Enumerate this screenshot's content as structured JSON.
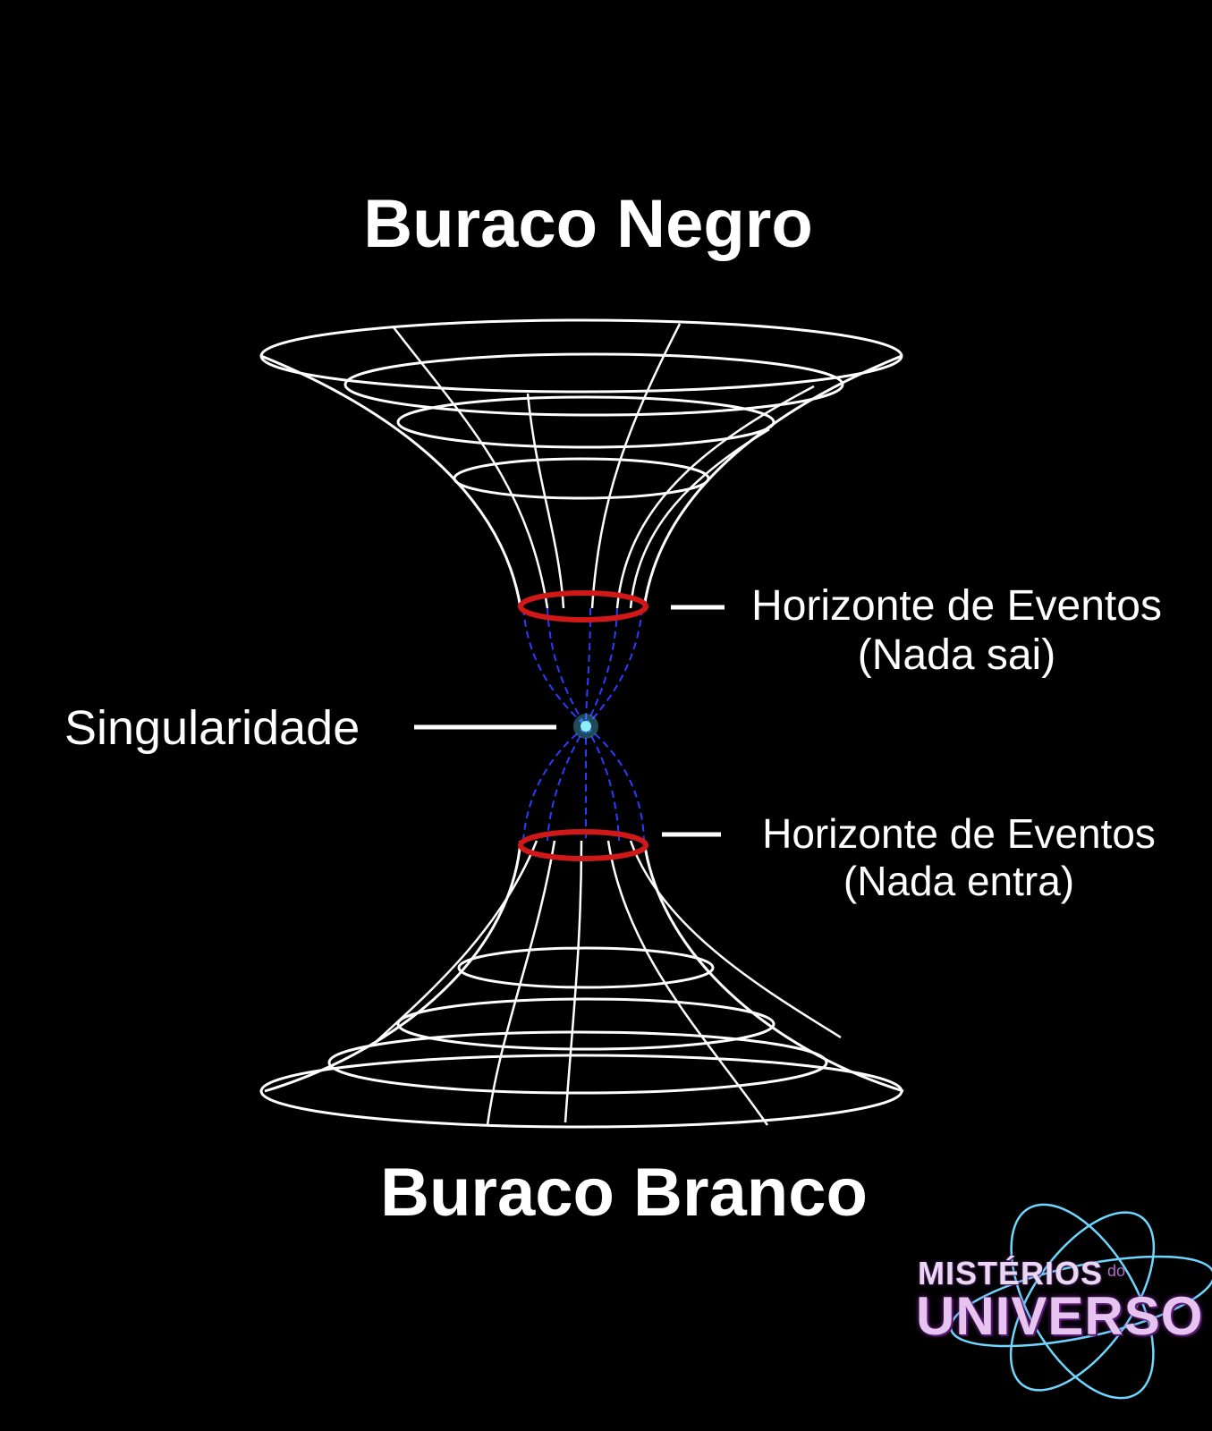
{
  "diagram": {
    "title_top": "Buraco Negro",
    "title_bottom": "Buraco Branco",
    "labels": {
      "singularity": "Singularidade",
      "horizon_top_line1": "Horizonte de Eventos",
      "horizon_top_line2": "(Nada sai)",
      "horizon_bottom_line1": "Horizonte de Eventos",
      "horizon_bottom_line2": "(Nada entra)"
    },
    "colors": {
      "background": "#000000",
      "mesh": "#ffffff",
      "event_horizon": "#d01818",
      "inner_field": "#2a3cff",
      "singularity": "#5ad8ff"
    }
  },
  "logo": {
    "line1": "MISTÉRIOS",
    "line2": "do",
    "line3": "UNIVERSO"
  }
}
